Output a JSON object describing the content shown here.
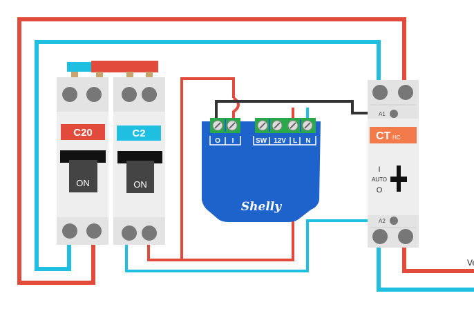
{
  "breakers": {
    "c20": {
      "label": "C20",
      "switch": "ON"
    },
    "c2": {
      "label": "C2",
      "switch": "ON"
    }
  },
  "relay": {
    "brand": "Shelly",
    "terminals": {
      "o": "O",
      "i": "I",
      "sw": "SW",
      "v12": "12V",
      "l": "L",
      "n": "N"
    }
  },
  "contactor": {
    "name": "CT",
    "suffix": "HC",
    "a1": "A1",
    "a2": "A2",
    "mode_on": "I",
    "mode_auto": "AUTO",
    "mode_off": "O"
  },
  "edge_text": "Ve",
  "colors": {
    "live": "#e24b3b",
    "neutral": "#1ebfe0",
    "control": "#333333",
    "relay_body": "#1e63cc",
    "terminal_green": "#2aa84a",
    "contactor_label": "#f27a4b"
  }
}
